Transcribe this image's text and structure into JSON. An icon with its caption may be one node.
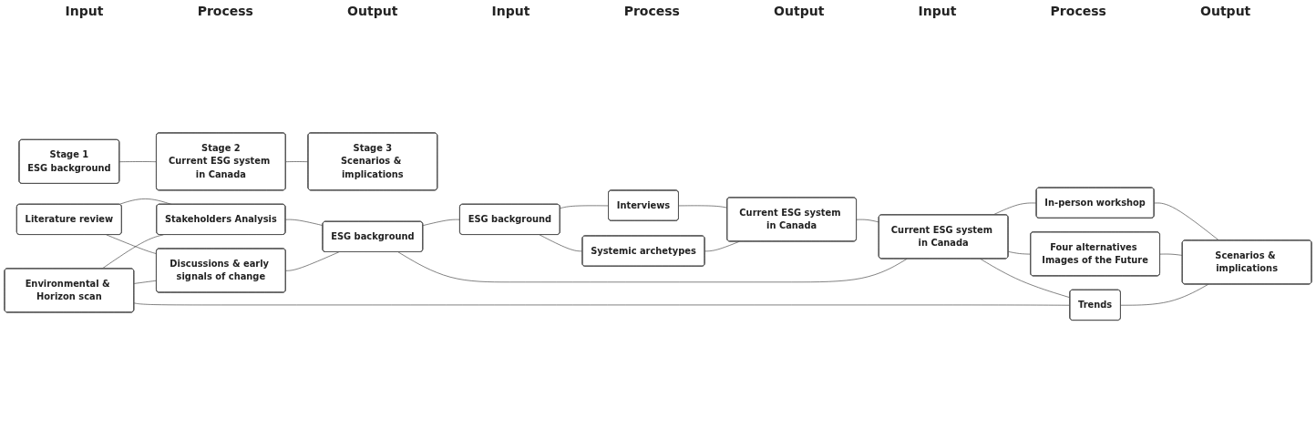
{
  "diagram": {
    "nodes": [
      {
        "text": [
          "Stage 1",
          "ESG background"
        ]
      },
      {
        "text": [
          "Stage 2",
          "Current ESG system in Canada"
        ]
      },
      {
        "text": [
          "Stage 3",
          "Scenarios & implications"
        ]
      },
      {
        "text": [
          "Literature review"
        ]
      },
      {
        "text": [
          "Environmental & Horizon scan"
        ]
      },
      {
        "text": [
          "Stakeholders Analysis"
        ]
      },
      {
        "text": [
          "Discussions & early signals of change"
        ]
      },
      {
        "text": [
          "ESG background"
        ]
      },
      {
        "text": [
          "ESG background"
        ]
      },
      {
        "text": [
          "Interviews"
        ]
      },
      {
        "text": [
          "Systemic archetypes"
        ]
      },
      {
        "text": [
          "Current ESG system in Canada"
        ]
      },
      {
        "text": [
          "Current ESG system in Canada"
        ]
      },
      {
        "text": [
          "In-person workshop"
        ]
      },
      {
        "text": [
          "Four alternatives Images of the Future"
        ]
      },
      {
        "text": [
          "Trends"
        ]
      },
      {
        "text": [
          "Scenarios & implications"
        ]
      }
    ],
    "edges": [
      {
        "from": 0,
        "to": 1,
        "arrow": "none"
      },
      {
        "from": 1,
        "to": 2,
        "arrow": "none"
      },
      {
        "from": 3,
        "to": 5,
        "arrow": "none"
      },
      {
        "from": 3,
        "to": 6,
        "arrow": "none"
      },
      {
        "from": 4,
        "to": 5,
        "arrow": "none"
      },
      {
        "from": 4,
        "to": 6,
        "arrow": "none"
      },
      {
        "from": 5,
        "to": 7,
        "arrow": "none"
      },
      {
        "from": 6,
        "to": 7,
        "arrow": "none"
      },
      {
        "from": 7,
        "to": 8,
        "arrow": "none"
      },
      {
        "from": 8,
        "to": 9,
        "arrow": "none"
      },
      {
        "from": 8,
        "to": 10,
        "arrow": "none"
      },
      {
        "from": 9,
        "to": 11,
        "arrow": "none"
      },
      {
        "from": 10,
        "to": 11,
        "arrow": "none"
      },
      {
        "from": 11,
        "to": 12,
        "arrow": "none"
      },
      {
        "from": 12,
        "to": 13,
        "arrow": "none"
      },
      {
        "from": 12,
        "to": 14,
        "arrow": "none"
      },
      {
        "from": 12,
        "to": 15,
        "arrow": "none"
      },
      {
        "from": 13,
        "to": 16,
        "arrow": "none"
      },
      {
        "from": 14,
        "to": 16,
        "arrow": "none"
      },
      {
        "from": 15,
        "to": 16,
        "arrow": "none"
      },
      {
        "from": 7,
        "to": 12,
        "arrow": "none"
      },
      {
        "from": 4,
        "to": 15,
        "arrow": "none"
      }
    ],
    "labels": [
      "Input",
      "Process",
      "Output",
      "Input",
      "Process",
      "Output",
      "Input",
      "Process",
      "Output"
    ]
  }
}
